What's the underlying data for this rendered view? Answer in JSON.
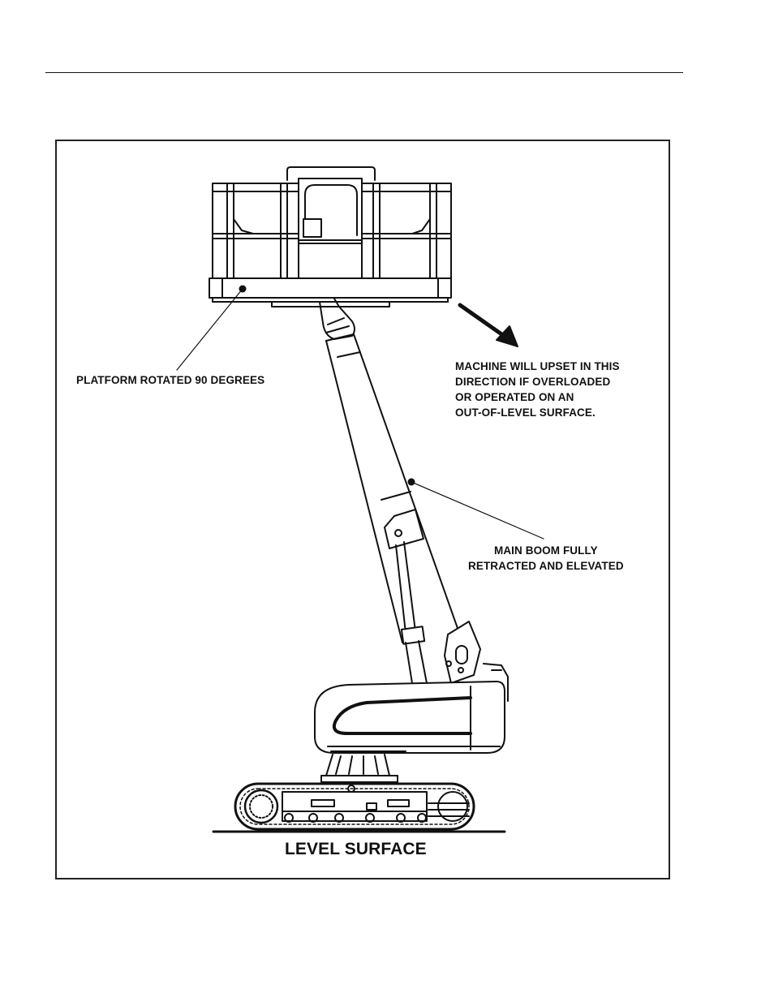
{
  "figure": {
    "labels": {
      "platform": "PLATFORM ROTATED 90 DEGREES",
      "upset_lines": [
        "MACHINE WILL UPSET IN THIS",
        "DIRECTION IF OVERLOADED",
        "OR OPERATED ON AN",
        "OUT-OF-LEVEL SURFACE."
      ],
      "boom_lines": [
        "MAIN BOOM FULLY",
        "RETRACTED AND ELEVATED"
      ],
      "level_surface": "LEVEL SURFACE"
    }
  }
}
